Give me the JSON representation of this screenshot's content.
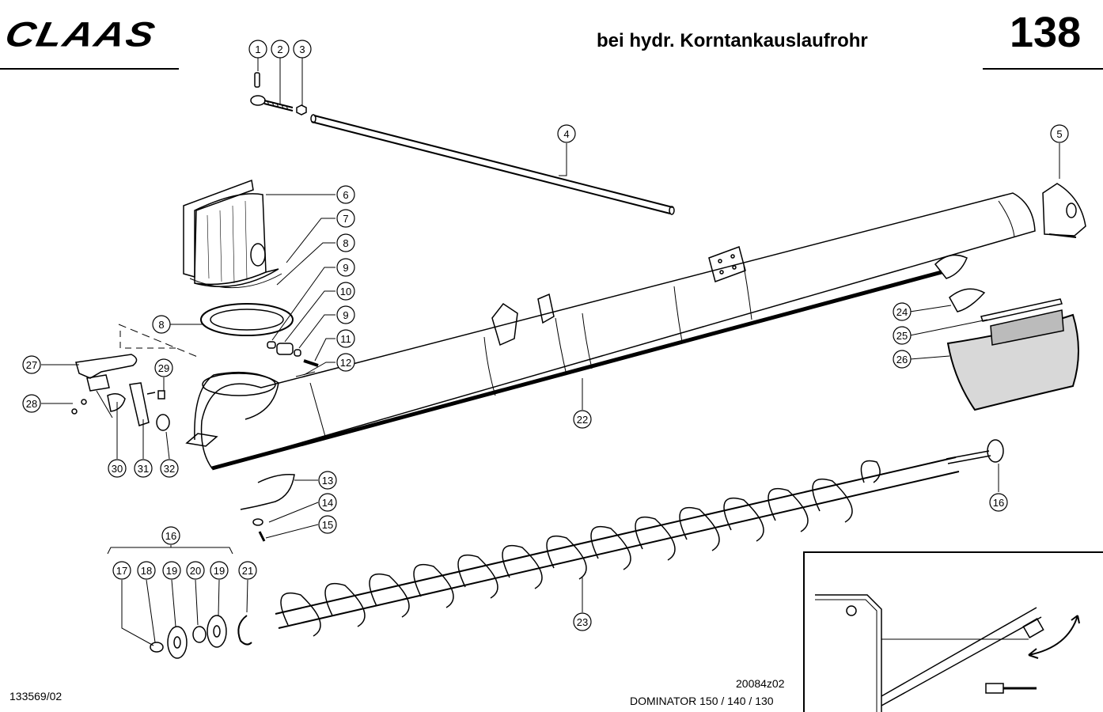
{
  "header": {
    "brand": "CLAAS",
    "title": "bei hydr. Korntankauslaufrohr",
    "page_number": "138"
  },
  "footer": {
    "left_code": "133569/02",
    "drawing_code": "20084z02",
    "models": "DOMINATOR 150 / 140 / 130"
  },
  "callouts": {
    "c1": "1",
    "c2": "2",
    "c3": "3",
    "c4": "4",
    "c5": "5",
    "c6": "6",
    "c7": "7",
    "c8a": "8",
    "c8b": "8",
    "c9a": "9",
    "c9b": "9",
    "c10": "10",
    "c11": "11",
    "c12": "12",
    "c13": "13",
    "c14": "14",
    "c15": "15",
    "c16a": "16",
    "c16b": "16",
    "c17": "17",
    "c18": "18",
    "c19a": "19",
    "c20": "20",
    "c19b": "19",
    "c21": "21",
    "c22": "22",
    "c23": "23",
    "c24": "24",
    "c25": "25",
    "c26": "26",
    "c27": "27",
    "c28": "28",
    "c29": "29",
    "c30": "30",
    "c31": "31",
    "c32": "32"
  },
  "colors": {
    "ink": "#000000",
    "paper": "#ffffff",
    "stipple": "#333333"
  }
}
